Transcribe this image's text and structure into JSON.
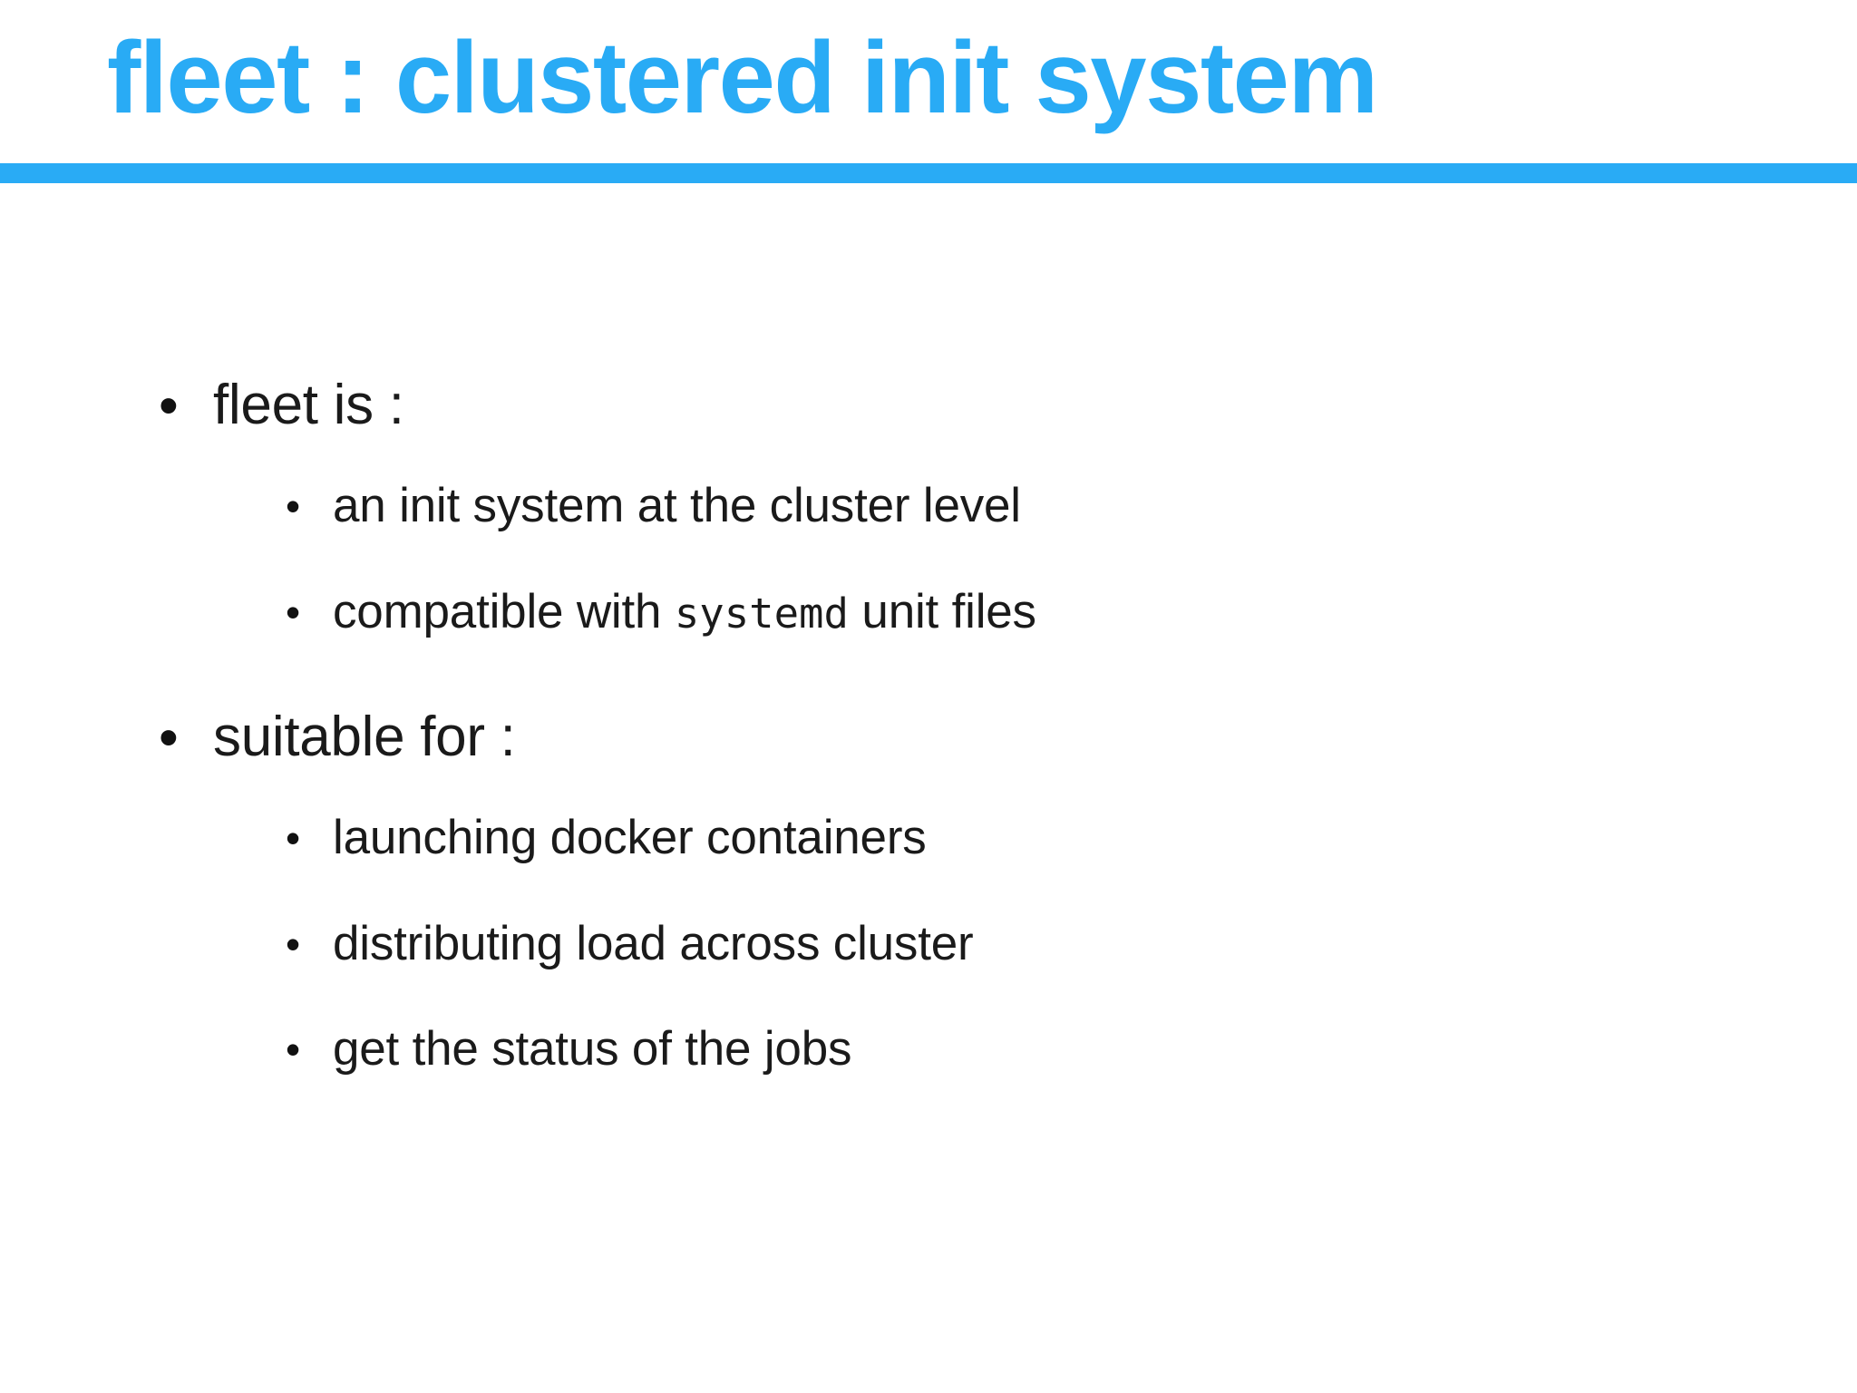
{
  "slide": {
    "title": "fleet : clustered init system",
    "accent_color": "#29abf5",
    "text_color": "#1a1a1a",
    "background_color": "#ffffff",
    "bullet_glyph": "•",
    "content": [
      {
        "text": "fleet is :",
        "children": [
          {
            "segments": [
              {
                "text": "an init system at the cluster level",
                "style": "normal"
              }
            ]
          },
          {
            "segments": [
              {
                "text": "compatible with ",
                "style": "normal"
              },
              {
                "text": "systemd",
                "style": "mono"
              },
              {
                "text": " unit files",
                "style": "normal"
              }
            ]
          }
        ]
      },
      {
        "text": "suitable for :",
        "children": [
          {
            "segments": [
              {
                "text": "launching docker containers",
                "style": "normal"
              }
            ]
          },
          {
            "segments": [
              {
                "text": "distributing load across cluster",
                "style": "normal"
              }
            ]
          },
          {
            "segments": [
              {
                "text": "get the status of the jobs",
                "style": "normal"
              }
            ]
          }
        ]
      }
    ]
  }
}
